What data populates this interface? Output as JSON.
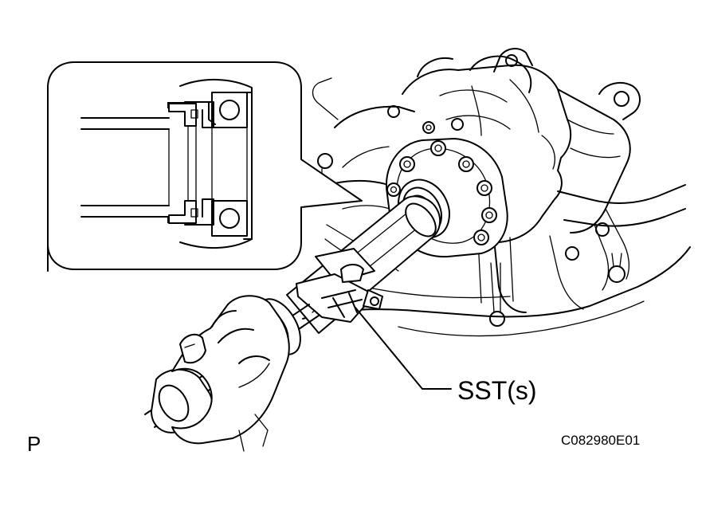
{
  "labels": {
    "tool": "SST(s)",
    "figure_code": "C082980E01",
    "view_letter": "P"
  }
}
